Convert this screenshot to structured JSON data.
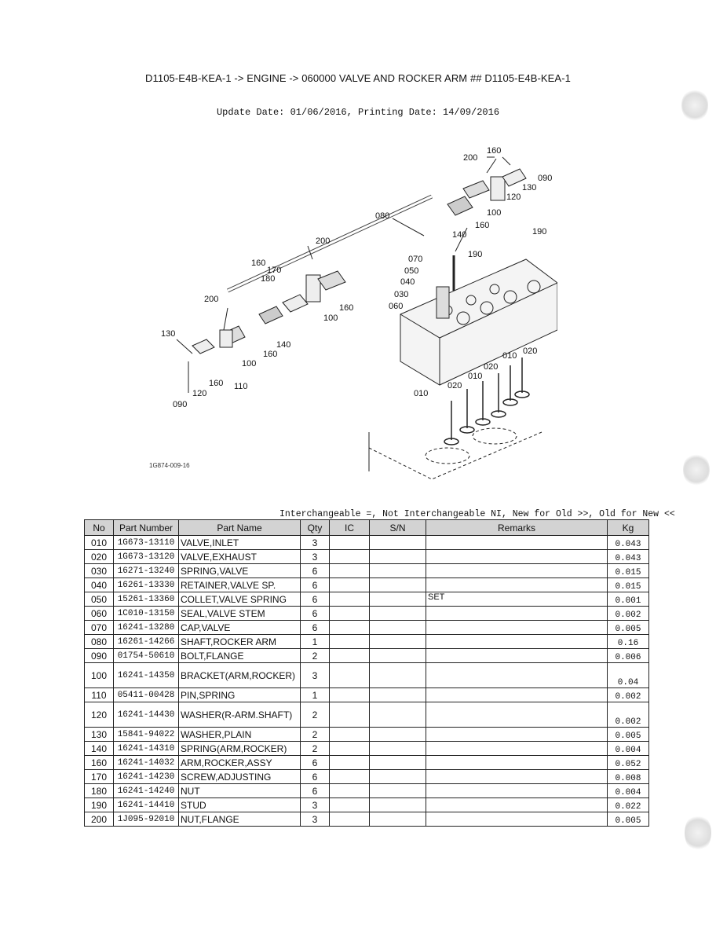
{
  "header": {
    "title": "D1105-E4B-KEA-1 -> ENGINE -> 060000 VALVE AND ROCKER ARM ## D1105-E4B-KEA-1",
    "dates": "Update Date: 01/06/2016, Printing Date: 14/09/2016"
  },
  "figure": {
    "code": "1G874-009-16",
    "callouts": [
      "160",
      "200",
      "090",
      "130",
      "120",
      "100",
      "080",
      "140",
      "160",
      "190",
      "200",
      "070",
      "190",
      "050",
      "040",
      "160",
      "170",
      "180",
      "030",
      "160",
      "060",
      "100",
      "200",
      "140",
      "130",
      "160",
      "100",
      "010",
      "020",
      "020",
      "010",
      "010",
      "020",
      "160",
      "110",
      "120",
      "090"
    ]
  },
  "legend": "Interchangeable =, Not Interchangeable NI, New for Old >>, Old for New <<",
  "table": {
    "headers": [
      "No",
      "Part Number",
      "Part Name",
      "Qty",
      "IC",
      "S/N",
      "Remarks",
      "Kg"
    ],
    "rows": [
      {
        "no": "010",
        "pn": "1G673-13110",
        "name": "VALVE,INLET",
        "qty": "3",
        "ic": "",
        "sn": "",
        "rem": "",
        "kg": "0.043"
      },
      {
        "no": "020",
        "pn": "1G673-13120",
        "name": "VALVE,EXHAUST",
        "qty": "3",
        "ic": "",
        "sn": "",
        "rem": "",
        "kg": "0.043"
      },
      {
        "no": "030",
        "pn": "16271-13240",
        "name": "SPRING,VALVE",
        "qty": "6",
        "ic": "",
        "sn": "",
        "rem": "",
        "kg": "0.015"
      },
      {
        "no": "040",
        "pn": "16261-13330",
        "name": "RETAINER,VALVE SP.",
        "qty": "6",
        "ic": "",
        "sn": "",
        "rem": "",
        "kg": "0.015"
      },
      {
        "no": "050",
        "pn": "15261-13360",
        "name": "COLLET,VALVE SPRING",
        "qty": "6",
        "ic": "",
        "sn": "",
        "rem": "SET",
        "kg": "0.001"
      },
      {
        "no": "060",
        "pn": "1C010-13150",
        "name": "SEAL,VALVE STEM",
        "qty": "6",
        "ic": "",
        "sn": "",
        "rem": "",
        "kg": "0.002"
      },
      {
        "no": "070",
        "pn": "16241-13280",
        "name": "CAP,VALVE",
        "qty": "6",
        "ic": "",
        "sn": "",
        "rem": "",
        "kg": "0.005"
      },
      {
        "no": "080",
        "pn": "16261-14266",
        "name": "SHAFT,ROCKER ARM",
        "qty": "1",
        "ic": "",
        "sn": "",
        "rem": "",
        "kg": "0.16"
      },
      {
        "no": "090",
        "pn": "01754-50610",
        "name": "BOLT,FLANGE",
        "qty": "2",
        "ic": "",
        "sn": "",
        "rem": "",
        "kg": "0.006"
      },
      {
        "no": "100",
        "pn": "16241-14350",
        "name": "BRACKET(ARM,ROCKER)",
        "qty": "3",
        "ic": "",
        "sn": "",
        "rem": "",
        "kg": "0.04",
        "tall": true
      },
      {
        "no": "110",
        "pn": "05411-00428",
        "name": "PIN,SPRING",
        "qty": "1",
        "ic": "",
        "sn": "",
        "rem": "",
        "kg": "0.002"
      },
      {
        "no": "120",
        "pn": "16241-14430",
        "name": "WASHER(R-ARM.SHAFT)",
        "qty": "2",
        "ic": "",
        "sn": "",
        "rem": "",
        "kg": "0.002",
        "tall": true
      },
      {
        "no": "130",
        "pn": "15841-94022",
        "name": "WASHER,PLAIN",
        "qty": "2",
        "ic": "",
        "sn": "",
        "rem": "",
        "kg": "0.005"
      },
      {
        "no": "140",
        "pn": "16241-14310",
        "name": "SPRING(ARM,ROCKER)",
        "qty": "2",
        "ic": "",
        "sn": "",
        "rem": "",
        "kg": "0.004"
      },
      {
        "no": "160",
        "pn": "16241-14032",
        "name": "ARM,ROCKER,ASSY",
        "qty": "6",
        "ic": "",
        "sn": "",
        "rem": "",
        "kg": "0.052"
      },
      {
        "no": "170",
        "pn": "16241-14230",
        "name": "SCREW,ADJUSTING",
        "qty": "6",
        "ic": "",
        "sn": "",
        "rem": "",
        "kg": "0.008"
      },
      {
        "no": "180",
        "pn": "16241-14240",
        "name": "NUT",
        "qty": "6",
        "ic": "",
        "sn": "",
        "rem": "",
        "kg": "0.004"
      },
      {
        "no": "190",
        "pn": "16241-14410",
        "name": "STUD",
        "qty": "3",
        "ic": "",
        "sn": "",
        "rem": "",
        "kg": "0.022"
      },
      {
        "no": "200",
        "pn": "1J095-92010",
        "name": "NUT,FLANGE",
        "qty": "3",
        "ic": "",
        "sn": "",
        "rem": "",
        "kg": "0.005"
      }
    ]
  }
}
